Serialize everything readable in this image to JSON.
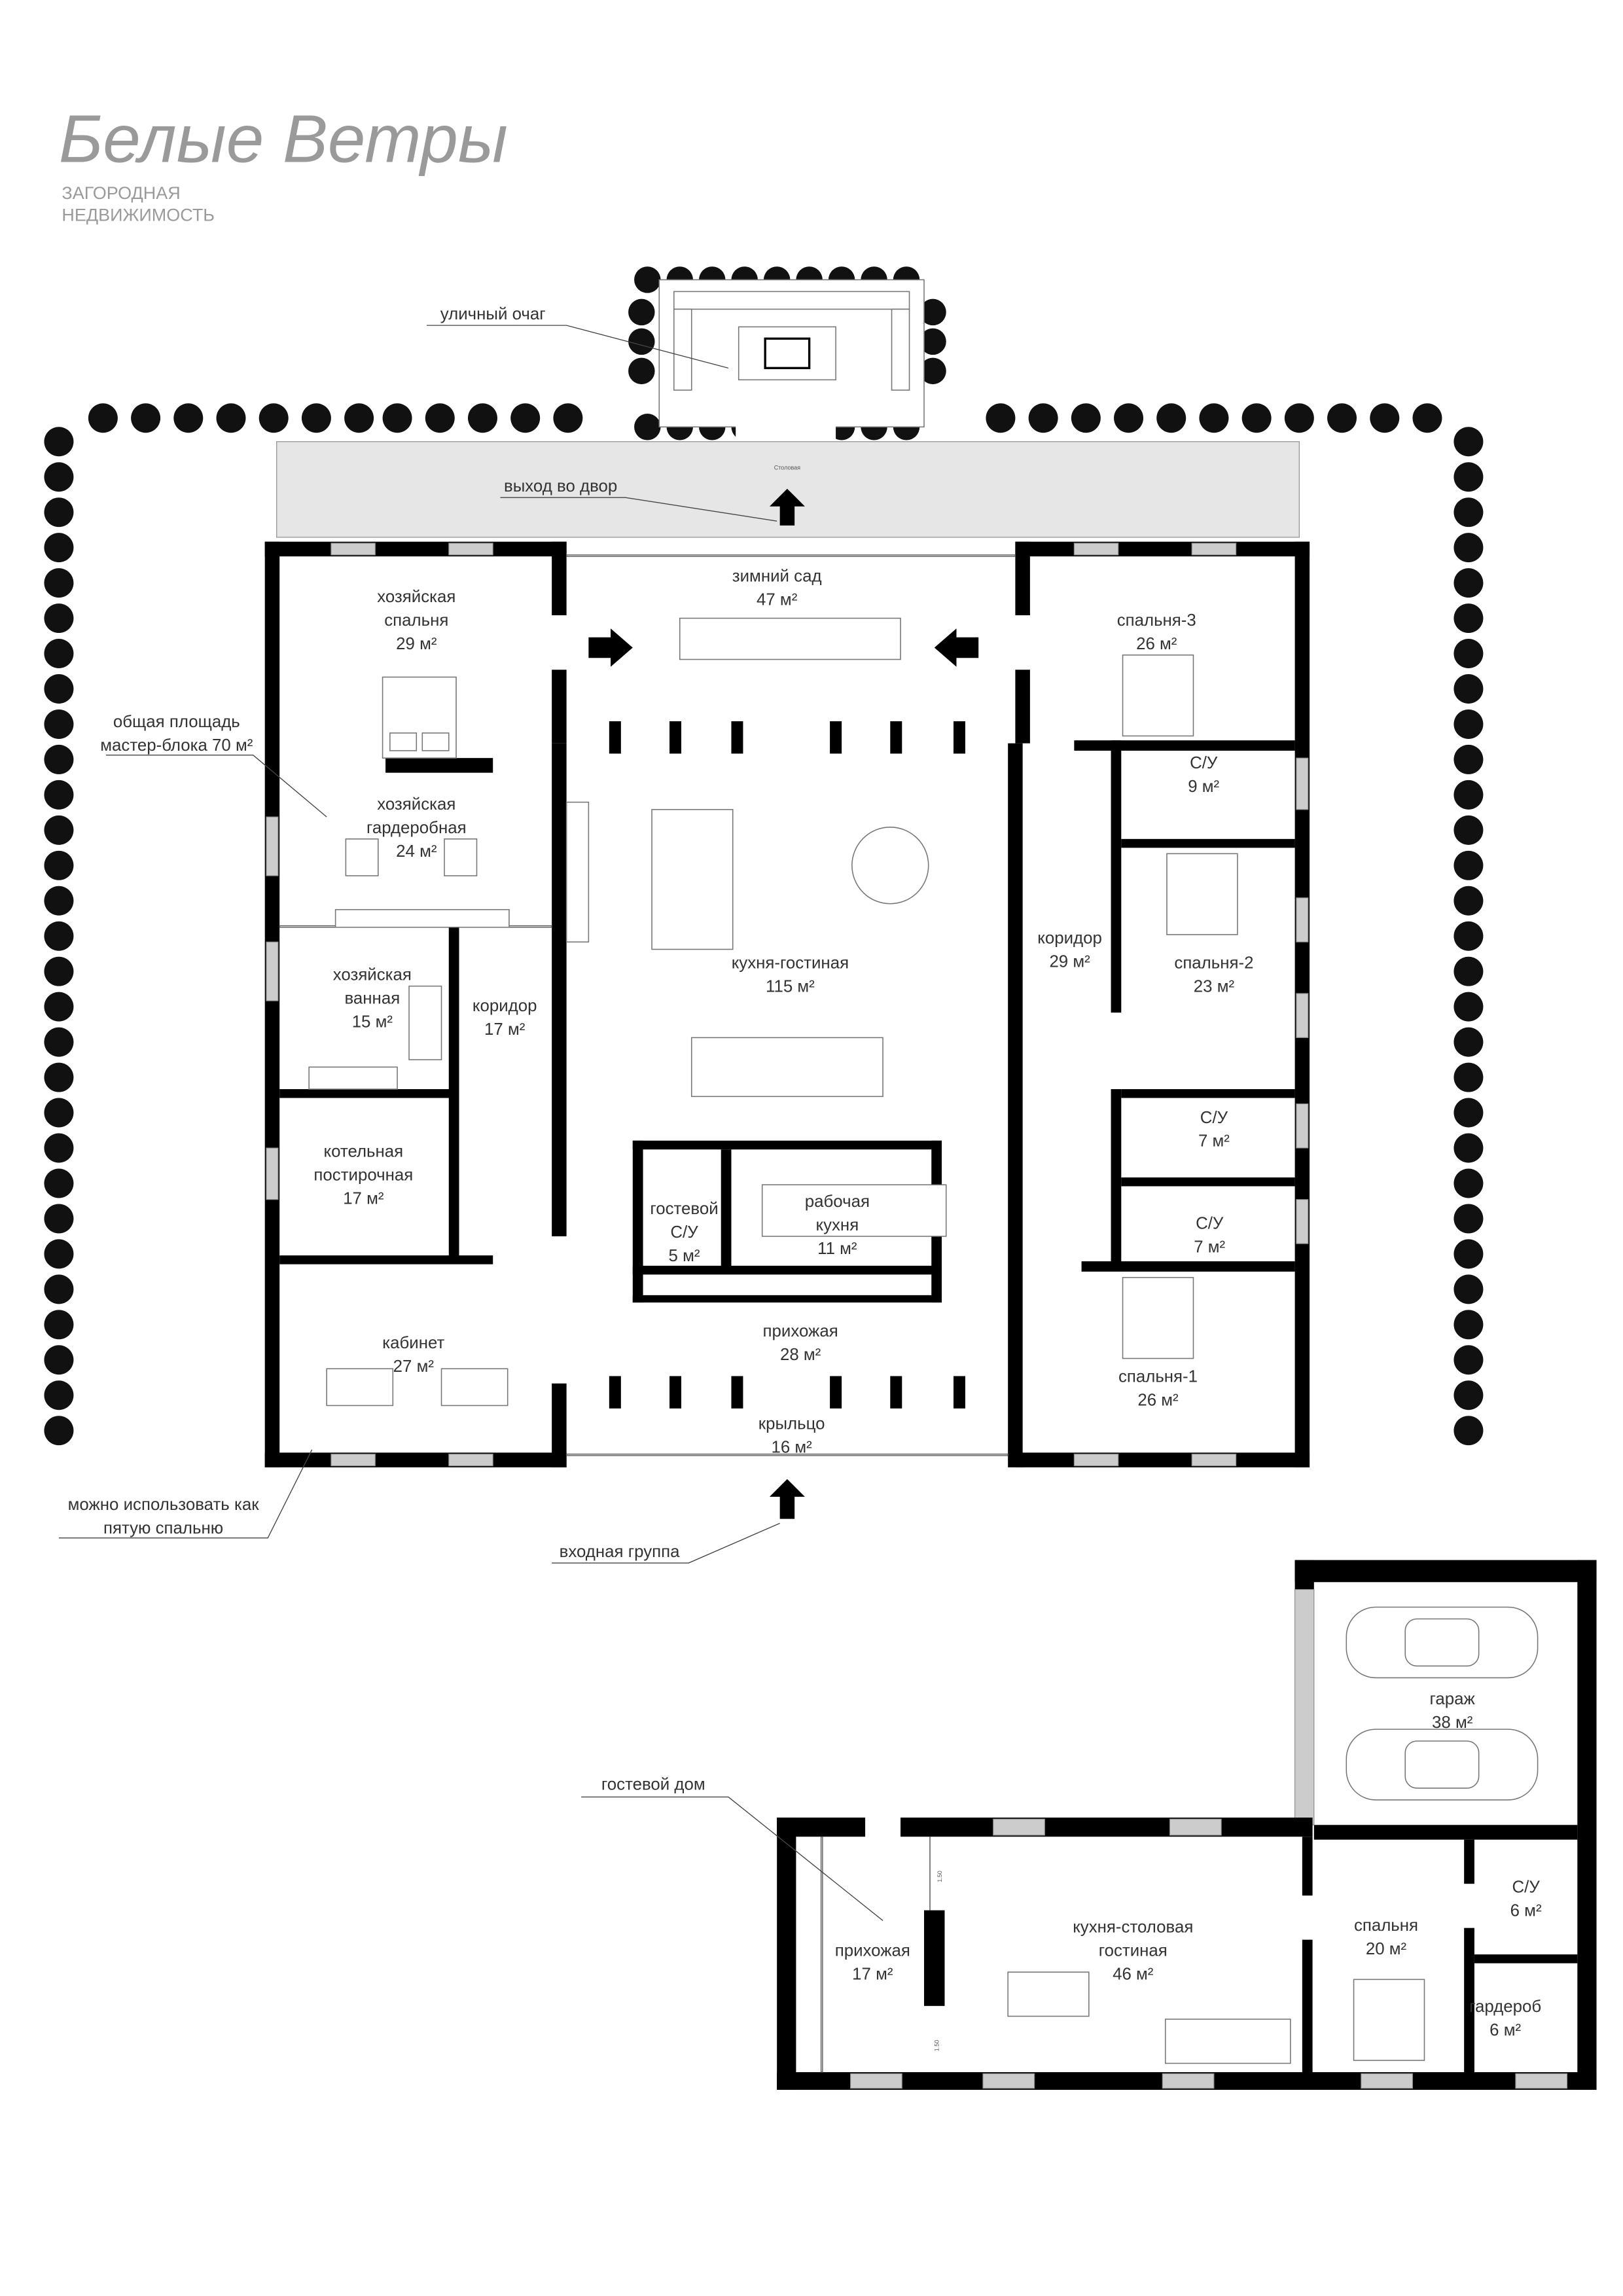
{
  "annotations": {
    "outdoor_hearth": "уличный очаг",
    "exit_to_yard": "выход во двор",
    "terrace_label": "Столовая",
    "master_block_area_line1": "общая площадь",
    "master_block_area_line2": "мастер-блока 70 м²",
    "fifth_bedroom_line1": "можно использовать как",
    "fifth_bedroom_line2": "пятую спальню",
    "entrance_group": "входная группа",
    "guest_house": "гостевой дом",
    "dimension_1": "1.50",
    "dimension_2": "1.50"
  },
  "watermark": {
    "script": "Белые Ветры",
    "line1": "ЗАГОРОДНАЯ",
    "line2": "НЕДВИЖИМОСТЬ"
  },
  "main_house": {
    "master_bedroom": {
      "name1": "хозяйская",
      "name2": "спальня",
      "area": "29 м²"
    },
    "master_wardrobe": {
      "name1": "хозяйская",
      "name2": "гардеробная",
      "area": "24 м²"
    },
    "master_bath": {
      "name1": "хозяйская",
      "name2": "ванная",
      "area": "15 м²"
    },
    "corridor_left": {
      "name": "коридор",
      "area": "17 м²"
    },
    "boiler_laundry": {
      "name1": "котельная",
      "name2": "постирочная",
      "area": "17 м²"
    },
    "study": {
      "name": "кабинет",
      "area": "27 м²"
    },
    "winter_garden": {
      "name": "зимний сад",
      "area": "47 м²"
    },
    "kitchen_living": {
      "name": "кухня-гостиная",
      "area": "115 м²"
    },
    "guest_wc": {
      "name1": "гостевой",
      "name2": "С/У",
      "area": "5 м²"
    },
    "work_kitchen": {
      "name1": "рабочая",
      "name2": "кухня",
      "area": "11 м²"
    },
    "hall": {
      "name": "прихожая",
      "area": "28 м²"
    },
    "porch": {
      "name": "крыльцо",
      "area": "16 м²"
    },
    "bedroom3": {
      "name": "спальня-3",
      "area": "26 м²"
    },
    "wc9": {
      "name": "С/У",
      "area": "9 м²"
    },
    "corridor_right": {
      "name": "коридор",
      "area": "29 м²"
    },
    "bedroom2": {
      "name": "спальня-2",
      "area": "23 м²"
    },
    "wc7a": {
      "name": "С/У",
      "area": "7 м²"
    },
    "wc7b": {
      "name": "С/У",
      "area": "7 м²"
    },
    "bedroom1": {
      "name": "спальня-1",
      "area": "26 м²"
    }
  },
  "garage": {
    "name": "гараж",
    "area": "38 м²"
  },
  "guest_house": {
    "hall": {
      "name": "прихожая",
      "area": "17 м²"
    },
    "kitchen_dining": {
      "name1": "кухня-столовая",
      "name2": "гостиная",
      "area": "46 м²"
    },
    "bedroom": {
      "name": "спальня",
      "area": "20 м²"
    },
    "wc": {
      "name": "С/У",
      "area": "6 м²"
    },
    "wardrobe": {
      "name": "гардероб",
      "area": "6 м²"
    }
  },
  "colors": {
    "wall": "#000000",
    "terrace": "#e6e6e6",
    "text": "#333333",
    "hedge": "#111111"
  }
}
